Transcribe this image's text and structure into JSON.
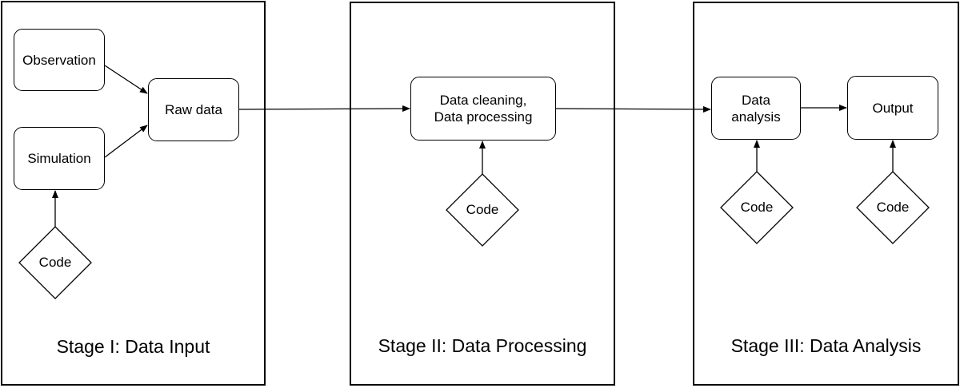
{
  "stages": {
    "input": {
      "label": "Stage I: Data Input"
    },
    "processing": {
      "label": "Stage II: Data Processing"
    },
    "analysis": {
      "label": "Stage III: Data Analysis"
    }
  },
  "nodes": {
    "observation": {
      "label": "Observation"
    },
    "simulation": {
      "label": "Simulation"
    },
    "raw_data": {
      "label": "Raw data"
    },
    "cleaning": {
      "line1": "Data cleaning,",
      "line2": "Data processing"
    },
    "analysis": {
      "line1": "Data",
      "line2": "analysis"
    },
    "output": {
      "label": "Output"
    },
    "code_input": {
      "label": "Code"
    },
    "code_processing": {
      "label": "Code"
    },
    "code_analysis": {
      "label": "Code"
    },
    "code_output": {
      "label": "Code"
    }
  },
  "colors": {
    "stroke": "#000000",
    "background": "#ffffff"
  }
}
